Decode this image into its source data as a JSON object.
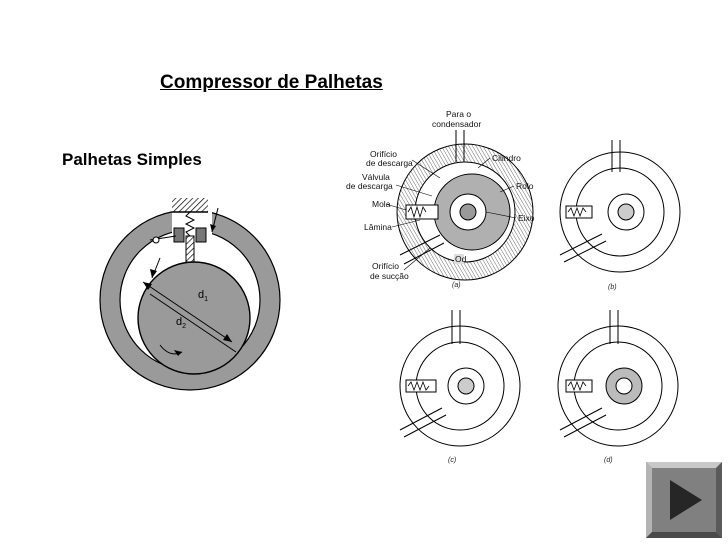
{
  "slide": {
    "title": "Compressor de Palhetas ",
    "subtitle": "Palhetas Simples"
  },
  "left_diagram": {
    "labels": {
      "d1": "d",
      "d1_sub": "1",
      "d2": "d",
      "d2_sub": "2"
    }
  },
  "right_diagram": {
    "labels": {
      "para_o": "Para o",
      "condensador": "condensador",
      "orificio_descarga_1": "Orifício",
      "orificio_descarga_2": "de descarga",
      "valvula_1": "Válvula",
      "valvula_2": "de descarga",
      "mola": "Mola",
      "lamina": "Lâmina",
      "orificio_succao_1": "Orifício",
      "orificio_succao_2": "de sucção",
      "cilindro": "Cilindro",
      "rolo": "Rolo",
      "eixo": "Eixo",
      "od": "Od"
    },
    "captions": {
      "a": "(a)",
      "b": "(b)",
      "c": "(c)",
      "d": "(d)"
    }
  },
  "navigation": {
    "next_icon": "play-triangle-icon",
    "color": "#808080"
  }
}
